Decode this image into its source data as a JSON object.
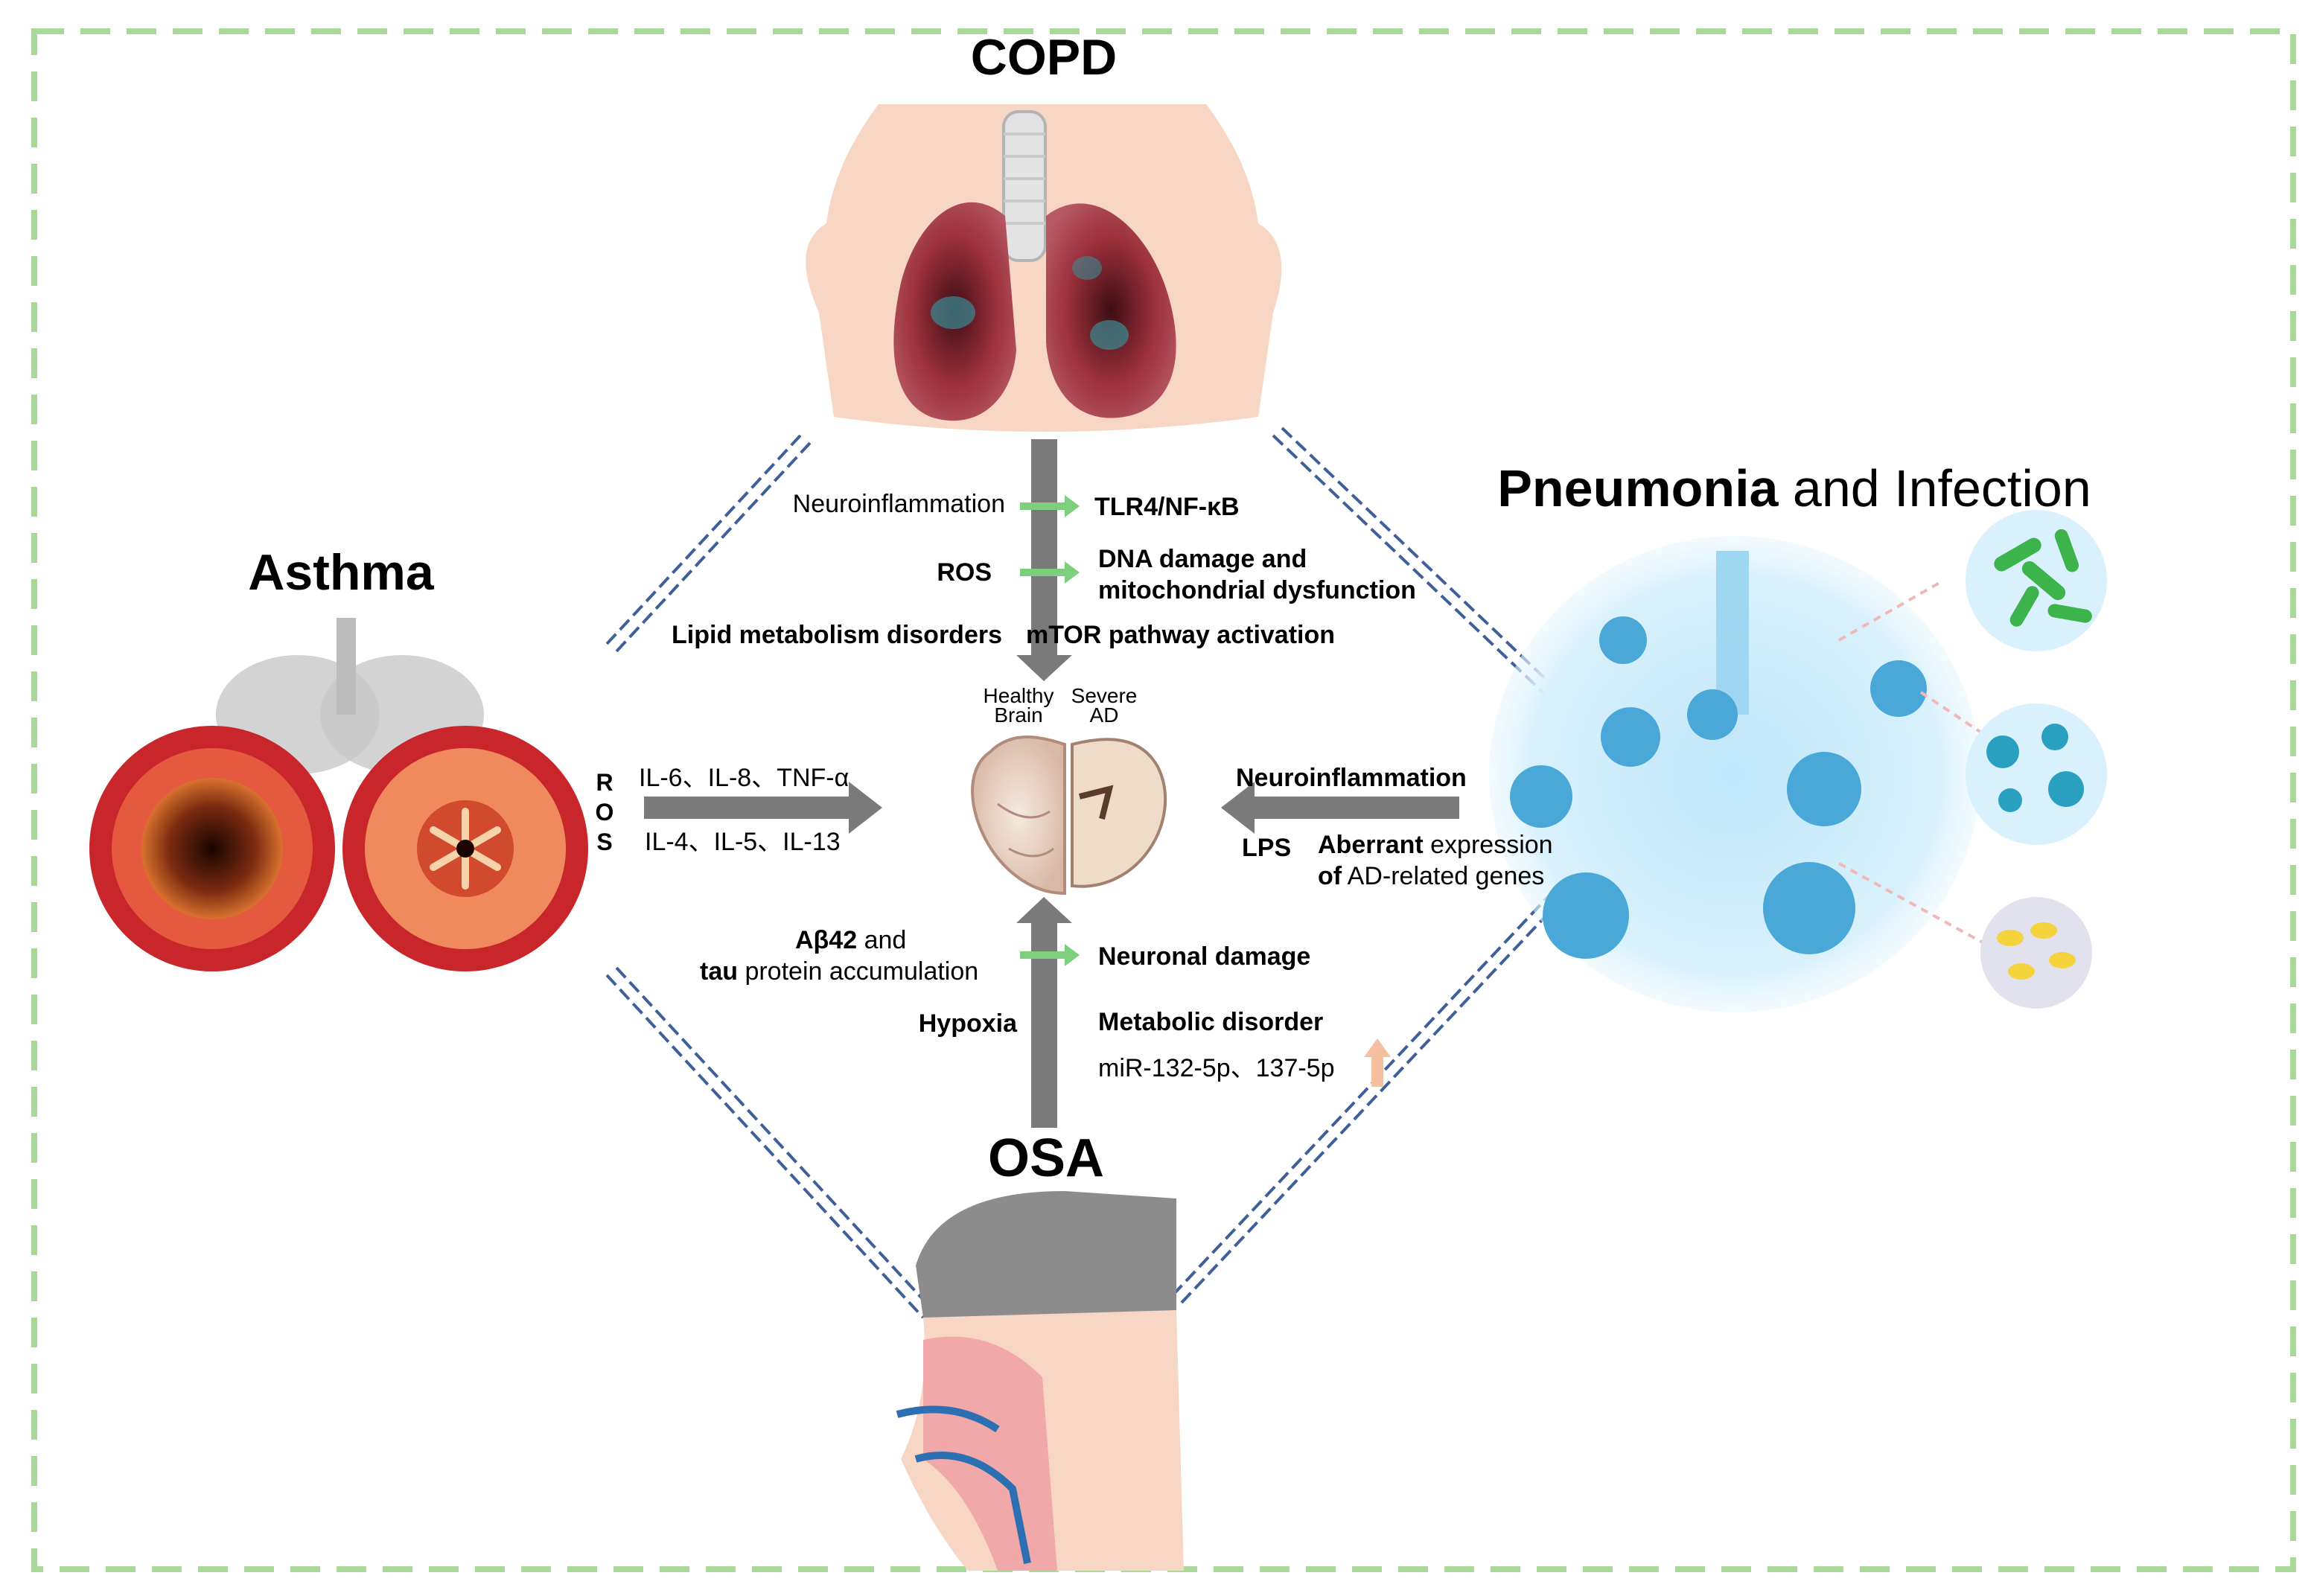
{
  "diseases": {
    "copd": "COPD",
    "asthma": "Asthma",
    "pneumonia_bold": "Pneumonia",
    "pneumonia_rest": " and Infection",
    "osa": "OSA"
  },
  "brain": {
    "healthy_line1": "Healthy",
    "healthy_line2": "Brain",
    "severe_line1": "Severe",
    "severe_line2": "AD"
  },
  "copd_pathway": {
    "neuroinflammation": "Neuroinflammation",
    "tlr4": "TLR4/NF-κB",
    "ros": "ROS",
    "dna_line1": "DNA damage and",
    "dna_line2": "mitochondrial dysfunction",
    "lipid": "Lipid metabolism disorders",
    "mtor": "mTOR pathway activation"
  },
  "asthma_pathway": {
    "ros_r": "R",
    "ros_o": "O",
    "ros_s": "S",
    "cytokines_1": "IL-6、IL-8、TNF-α",
    "cytokines_2": "IL-4、IL-5、IL-13"
  },
  "pneumonia_pathway": {
    "neuroinflammation": "Neuroinflammation",
    "lps": "LPS",
    "aberrant_bold": "Aberrant",
    "aberrant_rest": " expression",
    "ad_genes_bold": "of",
    "ad_genes_rest": " AD-related genes"
  },
  "osa_pathway": {
    "abeta_bold": "Aβ42",
    "abeta_rest": " and",
    "tau_bold": "tau",
    "tau_rest": " protein accumulation",
    "neuronal": "Neuronal damage",
    "hypoxia": "Hypoxia",
    "metabolic": "Metabolic disorder",
    "mirna": "miR-132-5p、137-5p"
  },
  "colors": {
    "frame": "#a9d89a",
    "dashed_line": "#3f5f9a",
    "main_arrow": "#7a7a7a",
    "small_arrow": "#7dcf7d",
    "up_arrow": "#f5c0a0",
    "skin": "#f7d6c4",
    "lung_dark": "#7a2a33",
    "airway": "#c8262a",
    "virus": "#4aa8d8",
    "bacteria": "#3cb44b",
    "osa_hair": "#8c8c8c"
  }
}
